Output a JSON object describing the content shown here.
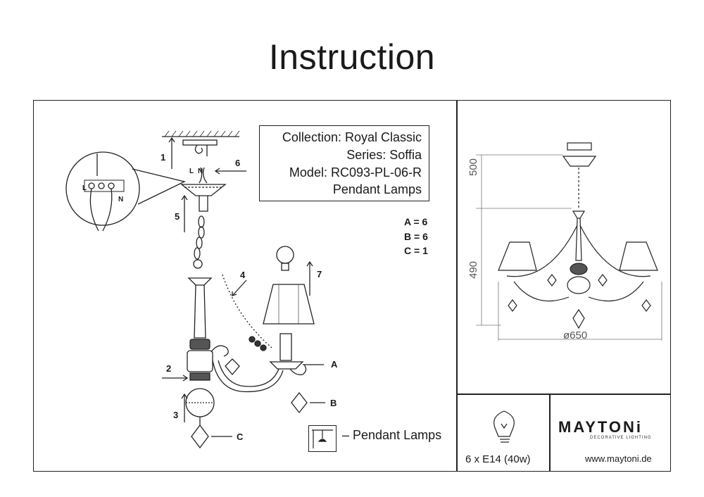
{
  "title": "Instruction",
  "info": {
    "collection": "Collection: Royal Classic",
    "series": "Series: Soffia",
    "model": "Model: RC093-PL-06-R",
    "type": "Pendant Lamps"
  },
  "specs": {
    "a": "A = 6",
    "b": "B = 6",
    "c": "C = 1"
  },
  "legend": {
    "label": "– Pendant Lamps",
    "icon": "pendant-lamp-icon"
  },
  "bulb": {
    "text": "6 x E14 (40w)",
    "icon": "light-bulb-icon"
  },
  "brand": {
    "logo": "MAYTONi",
    "tagline": "DECORATIVE LIGHTING",
    "url": "www.maytoni.de"
  },
  "steps": {
    "s1": "1",
    "s2": "2",
    "s3": "3",
    "s4": "4",
    "s5": "5",
    "s6": "6",
    "s7": "7"
  },
  "parts": {
    "a": "A",
    "b": "B",
    "c": "C"
  },
  "wiring": {
    "l": "L",
    "n": "N"
  },
  "dimensions": {
    "height_top": "500",
    "height_body": "490",
    "diameter": "ø650"
  }
}
